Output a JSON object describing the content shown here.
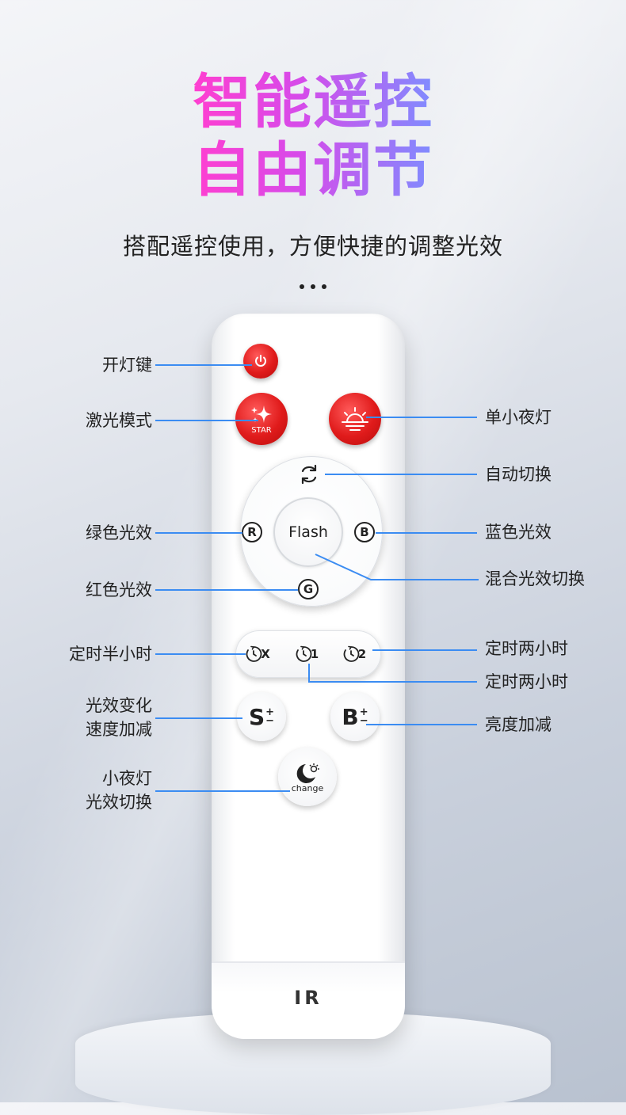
{
  "title": {
    "line1": "智能遥控",
    "line2": "自由调节"
  },
  "subtitle": "搭配遥控使用，方便快捷的调整光效",
  "remote": {
    "star_label": "STAR",
    "flash_label": "Flash",
    "letter_r": "R",
    "letter_b": "B",
    "letter_g": "G",
    "timer_x": "X",
    "timer_1": "1",
    "timer_2": "2",
    "speed_letter": "S",
    "bright_letter": "B",
    "change_label": "change",
    "ir_label": "IR"
  },
  "callouts": {
    "power": "开灯键",
    "laser": "激光模式",
    "night_light": "单小夜灯",
    "auto": "自动切换",
    "green": "绿色光效",
    "blue": "蓝色光效",
    "mix": "混合光效切换",
    "red": "红色光效",
    "timer_half": "定时半小时",
    "timer_two": "定时两小时",
    "timer_one": "定时两小时",
    "speed_line1": "光效变化",
    "speed_line2": "速度加减",
    "brightness": "亮度加减",
    "night_change_line1": "小夜灯",
    "night_change_line2": "光效切换"
  },
  "colors": {
    "accent_line": "#3b8cf2",
    "button_red": "#e01b1b",
    "title_pink": "#ff3fd0",
    "title_blue": "#7f8cff"
  }
}
